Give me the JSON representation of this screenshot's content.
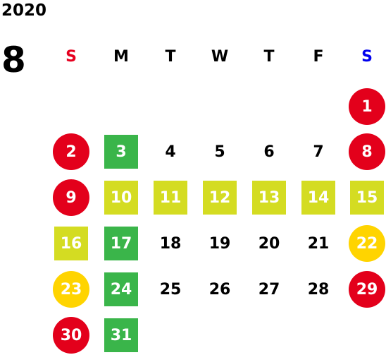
{
  "year": "2020",
  "month": "8",
  "weekdays": [
    {
      "label": "S",
      "color": "#e6001f"
    },
    {
      "label": "M",
      "color": "#000000"
    },
    {
      "label": "T",
      "color": "#000000"
    },
    {
      "label": "W",
      "color": "#000000"
    },
    {
      "label": "T",
      "color": "#000000"
    },
    {
      "label": "F",
      "color": "#000000"
    },
    {
      "label": "S",
      "color": "#0000ee"
    }
  ],
  "legend_colors": {
    "holiday_red": "#e3001b",
    "green": "#3ab54a",
    "lime": "#d4dc22",
    "yellow": "#ffd400"
  },
  "days": [
    {
      "day": "1",
      "col": 6,
      "row": 0,
      "style": "circle",
      "color": "#e3001b"
    },
    {
      "day": "2",
      "col": 0,
      "row": 1,
      "style": "circle",
      "color": "#e3001b"
    },
    {
      "day": "3",
      "col": 1,
      "row": 1,
      "style": "square",
      "color": "#3ab54a"
    },
    {
      "day": "4",
      "col": 2,
      "row": 1,
      "style": "none",
      "color": ""
    },
    {
      "day": "5",
      "col": 3,
      "row": 1,
      "style": "none",
      "color": ""
    },
    {
      "day": "6",
      "col": 4,
      "row": 1,
      "style": "none",
      "color": ""
    },
    {
      "day": "7",
      "col": 5,
      "row": 1,
      "style": "none",
      "color": ""
    },
    {
      "day": "8",
      "col": 6,
      "row": 1,
      "style": "circle",
      "color": "#e3001b"
    },
    {
      "day": "9",
      "col": 0,
      "row": 2,
      "style": "circle",
      "color": "#e3001b"
    },
    {
      "day": "10",
      "col": 1,
      "row": 2,
      "style": "square",
      "color": "#d4dc22"
    },
    {
      "day": "11",
      "col": 2,
      "row": 2,
      "style": "square",
      "color": "#d4dc22"
    },
    {
      "day": "12",
      "col": 3,
      "row": 2,
      "style": "square",
      "color": "#d4dc22"
    },
    {
      "day": "13",
      "col": 4,
      "row": 2,
      "style": "square",
      "color": "#d4dc22"
    },
    {
      "day": "14",
      "col": 5,
      "row": 2,
      "style": "square",
      "color": "#d4dc22"
    },
    {
      "day": "15",
      "col": 6,
      "row": 2,
      "style": "square",
      "color": "#d4dc22"
    },
    {
      "day": "16",
      "col": 0,
      "row": 3,
      "style": "square",
      "color": "#d4dc22"
    },
    {
      "day": "17",
      "col": 1,
      "row": 3,
      "style": "square",
      "color": "#3ab54a"
    },
    {
      "day": "18",
      "col": 2,
      "row": 3,
      "style": "none",
      "color": ""
    },
    {
      "day": "19",
      "col": 3,
      "row": 3,
      "style": "none",
      "color": ""
    },
    {
      "day": "20",
      "col": 4,
      "row": 3,
      "style": "none",
      "color": ""
    },
    {
      "day": "21",
      "col": 5,
      "row": 3,
      "style": "none",
      "color": ""
    },
    {
      "day": "22",
      "col": 6,
      "row": 3,
      "style": "circle",
      "color": "#ffd400"
    },
    {
      "day": "23",
      "col": 0,
      "row": 4,
      "style": "circle",
      "color": "#ffd400"
    },
    {
      "day": "24",
      "col": 1,
      "row": 4,
      "style": "square",
      "color": "#3ab54a"
    },
    {
      "day": "25",
      "col": 2,
      "row": 4,
      "style": "none",
      "color": ""
    },
    {
      "day": "26",
      "col": 3,
      "row": 4,
      "style": "none",
      "color": ""
    },
    {
      "day": "27",
      "col": 4,
      "row": 4,
      "style": "none",
      "color": ""
    },
    {
      "day": "28",
      "col": 5,
      "row": 4,
      "style": "none",
      "color": ""
    },
    {
      "day": "29",
      "col": 6,
      "row": 4,
      "style": "circle",
      "color": "#e3001b"
    },
    {
      "day": "30",
      "col": 0,
      "row": 5,
      "style": "circle",
      "color": "#e3001b"
    },
    {
      "day": "31",
      "col": 1,
      "row": 5,
      "style": "square",
      "color": "#3ab54a"
    }
  ]
}
